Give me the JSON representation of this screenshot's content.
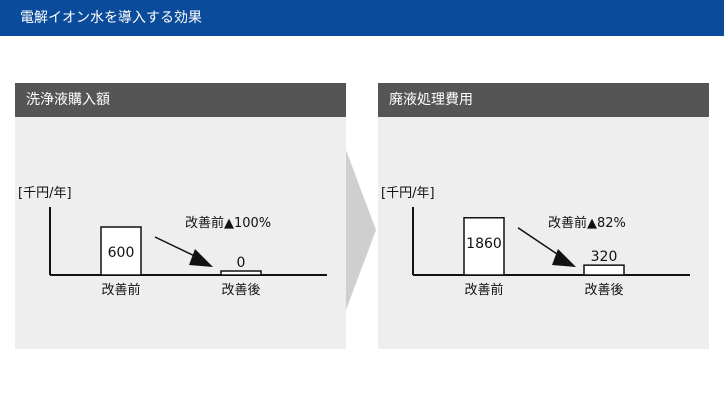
{
  "header": {
    "title": "電解イオン水を導入する効果"
  },
  "chart_data": [
    {
      "type": "bar",
      "title": "洗浄液購入額",
      "ylabel": "[千円/年]",
      "categories": [
        "改善前",
        "改善後"
      ],
      "values": [
        600,
        0
      ],
      "ylim": [
        0,
        1000
      ],
      "annotation": "改善前▲100%",
      "grid": false
    },
    {
      "type": "bar",
      "title": "廃液処理費用",
      "ylabel": "[千円/年]",
      "categories": [
        "改善前",
        "改善後"
      ],
      "values": [
        1860,
        320
      ],
      "ylim": [
        0,
        2600
      ],
      "annotation": "改善前▲82%",
      "grid": false
    }
  ]
}
